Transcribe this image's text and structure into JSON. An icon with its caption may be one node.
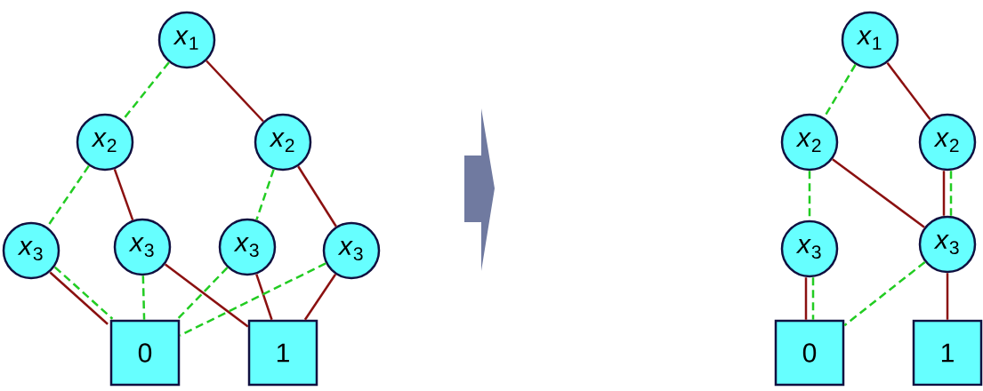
{
  "diagram": {
    "nodes": [
      {
        "text": [
          "*x*$_{1}$"
        ]
      },
      {
        "text": [
          "*x*$_{2}$"
        ]
      },
      {
        "text": [
          "*x*$_{2}$"
        ]
      },
      {
        "text": [
          "*x*$_{3}$"
        ]
      },
      {
        "text": [
          "*x*$_{3}$"
        ]
      },
      {
        "text": [
          "*x*$_{3}$"
        ]
      },
      {
        "text": [
          "*x*$_{3}$"
        ]
      },
      {
        "text": [
          "0"
        ]
      },
      {
        "text": [
          "1"
        ]
      },
      {
        "text": [
          "*x*$_{1}$"
        ]
      },
      {
        "text": [
          "*x*$_{2}$"
        ]
      },
      {
        "text": [
          "*x*$_{2}$"
        ]
      },
      {
        "text": [
          "*x*$_{3}$"
        ]
      },
      {
        "text": [
          "*x*$_{3}$"
        ]
      },
      {
        "text": [
          "0"
        ]
      },
      {
        "text": [
          "1"
        ]
      }
    ],
    "edges": [
      {
        "from": 0,
        "to": 1,
        "arrow": "none",
        "style": "dashed",
        "color": "#22cc22"
      },
      {
        "from": 0,
        "to": 2,
        "arrow": "none",
        "color": "#8b1010"
      },
      {
        "from": 1,
        "to": 3,
        "arrow": "none",
        "style": "dashed",
        "color": "#22cc22"
      },
      {
        "from": 1,
        "to": 4,
        "arrow": "none",
        "color": "#8b1010"
      },
      {
        "from": 2,
        "to": 5,
        "arrow": "none",
        "style": "dashed",
        "color": "#22cc22"
      },
      {
        "from": 2,
        "to": 6,
        "arrow": "none",
        "color": "#8b1010"
      },
      {
        "from": 3,
        "to": 7,
        "arrow": "none",
        "color": "#8b1010"
      },
      {
        "from": 3,
        "to": 7,
        "arrow": "none",
        "style": "dashed",
        "color": "#22cc22"
      },
      {
        "from": 4,
        "to": 7,
        "arrow": "none",
        "style": "dashed",
        "color": "#22cc22"
      },
      {
        "from": 4,
        "to": 8,
        "arrow": "none",
        "color": "#8b1010"
      },
      {
        "from": 5,
        "to": 7,
        "arrow": "none",
        "style": "dashed",
        "color": "#22cc22"
      },
      {
        "from": 5,
        "to": 8,
        "arrow": "none",
        "color": "#8b1010"
      },
      {
        "from": 6,
        "to": 7,
        "arrow": "none",
        "style": "dashed",
        "color": "#22cc22"
      },
      {
        "from": 6,
        "to": 8,
        "arrow": "none",
        "color": "#8b1010"
      },
      {
        "from": 9,
        "to": 10,
        "arrow": "none",
        "style": "dashed",
        "color": "#22cc22"
      },
      {
        "from": 9,
        "to": 11,
        "arrow": "none",
        "color": "#8b1010"
      },
      {
        "from": 10,
        "to": 12,
        "arrow": "none",
        "style": "dashed",
        "color": "#22cc22"
      },
      {
        "from": 10,
        "to": 13,
        "arrow": "none",
        "color": "#8b1010"
      },
      {
        "from": 11,
        "to": 13,
        "arrow": "none",
        "color": "#8b1010"
      },
      {
        "from": 11,
        "to": 13,
        "arrow": "none",
        "style": "dashed",
        "color": "#22cc22"
      },
      {
        "from": 12,
        "to": 14,
        "arrow": "none",
        "color": "#8b1010"
      },
      {
        "from": 12,
        "to": 14,
        "arrow": "none",
        "style": "dashed",
        "color": "#22cc22"
      },
      {
        "from": 13,
        "to": 14,
        "arrow": "none",
        "style": "dashed",
        "color": "#22cc22"
      },
      {
        "from": 13,
        "to": 15,
        "arrow": "none",
        "color": "#8b1010"
      }
    ]
  }
}
